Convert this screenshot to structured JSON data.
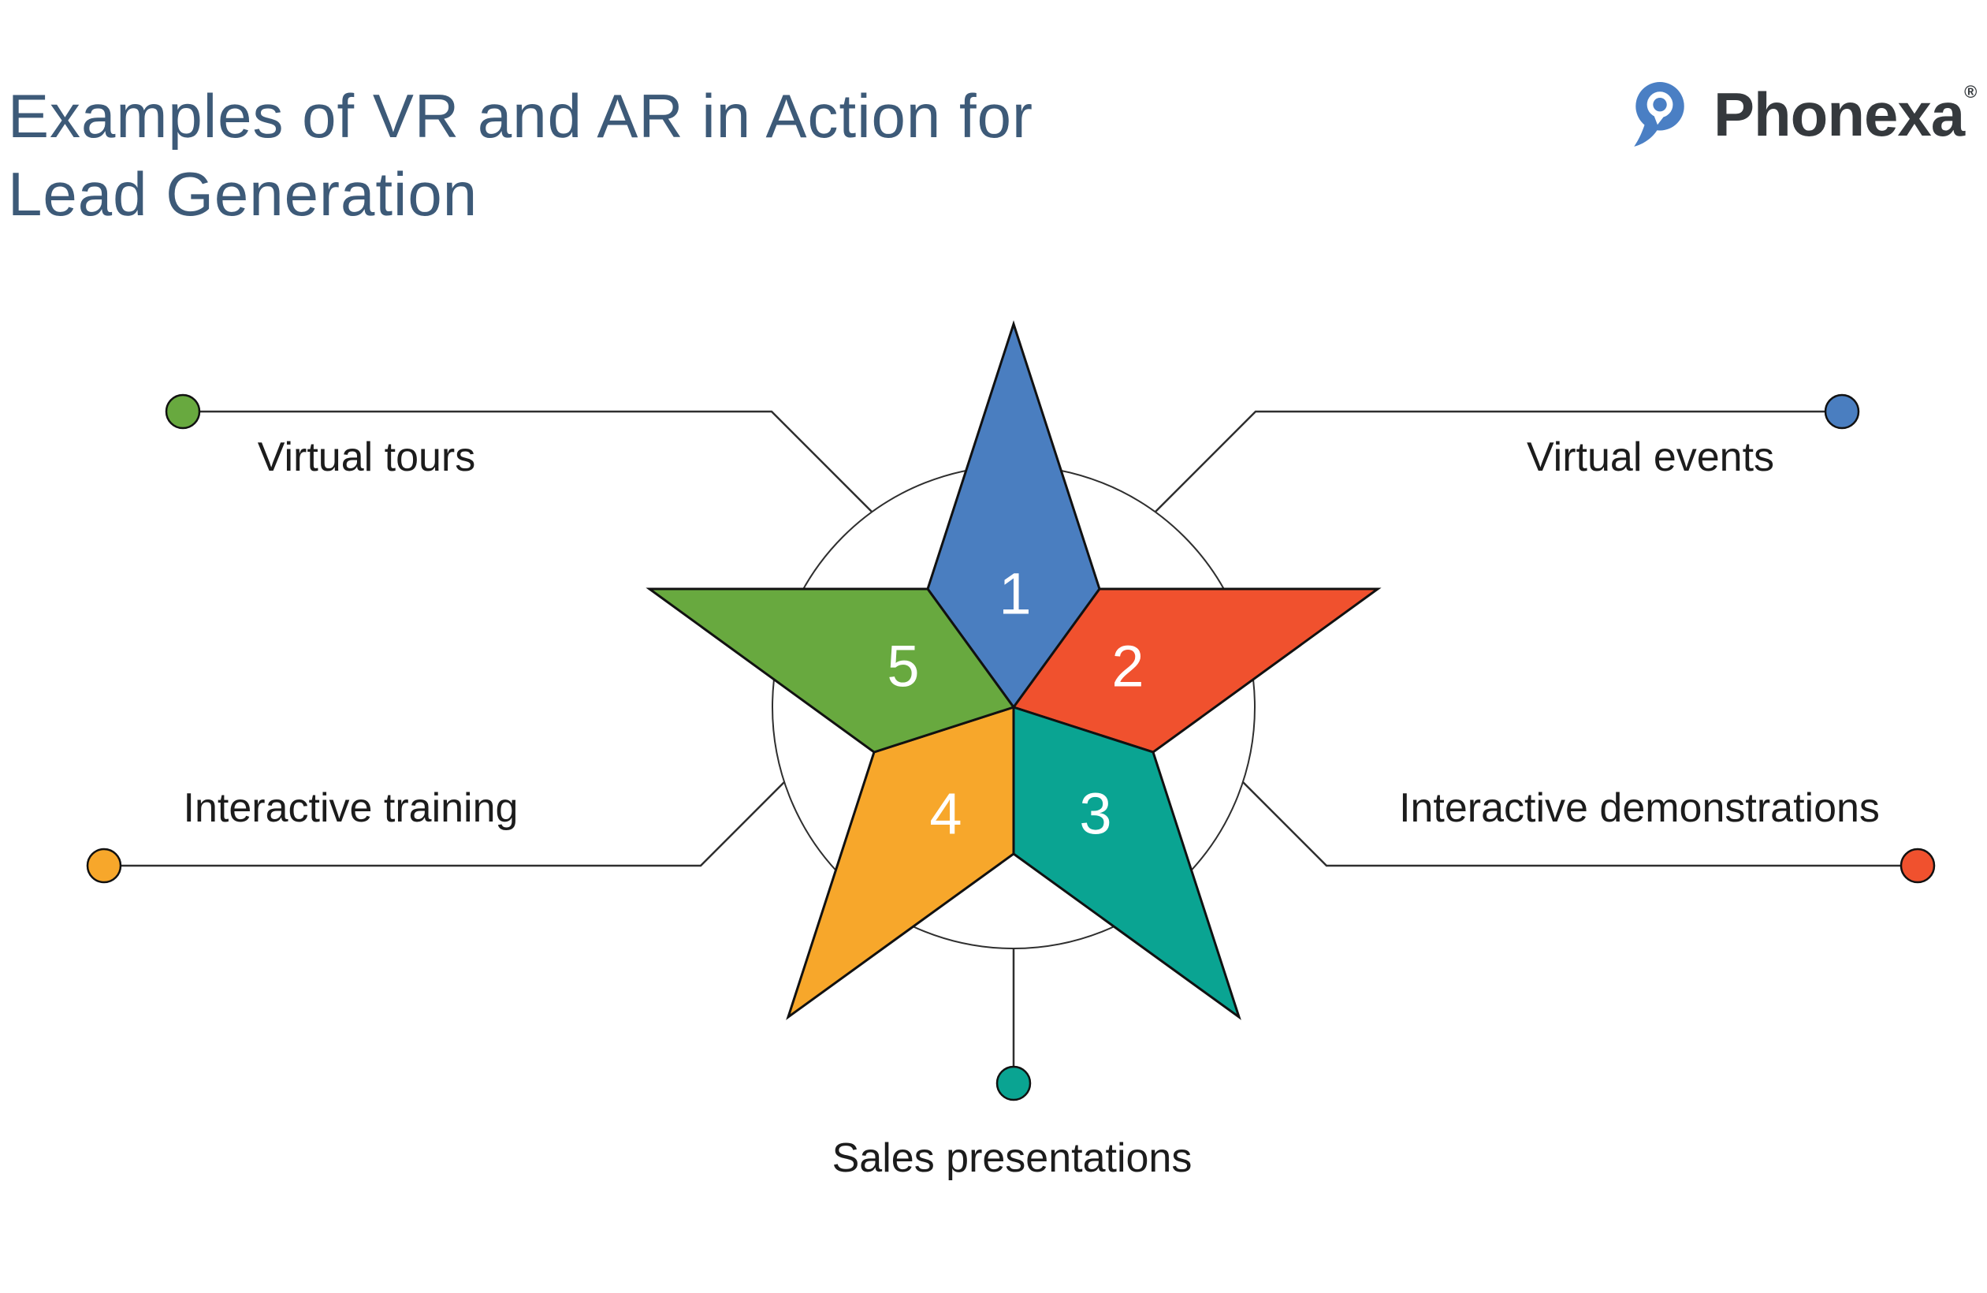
{
  "header": {
    "title_line1": "Examples of VR and AR in Action for",
    "title_line2": "Lead Generation",
    "title_color": "#3d5a78"
  },
  "logo": {
    "brand": "Phonexa",
    "registered": "®",
    "icon_color": "#4a7fc4",
    "text_color": "#35393d"
  },
  "diagram": {
    "type": "5-point star infographic",
    "connector_color": "#2f2f2f",
    "number_color": "#ffffff",
    "label_color": "#1c1c1c",
    "items": [
      {
        "number": "1",
        "label": "Virtual events",
        "color": "#4a7ec0",
        "position": "top-right"
      },
      {
        "number": "2",
        "label": "Interactive demonstrations",
        "color": "#f0512e",
        "position": "right"
      },
      {
        "number": "3",
        "label": "Sales presentations",
        "color": "#0aa492",
        "position": "bottom"
      },
      {
        "number": "4",
        "label": "Interactive training",
        "color": "#f7a72b",
        "position": "left"
      },
      {
        "number": "5",
        "label": "Virtual tours",
        "color": "#68a93f",
        "position": "top-left"
      }
    ]
  }
}
